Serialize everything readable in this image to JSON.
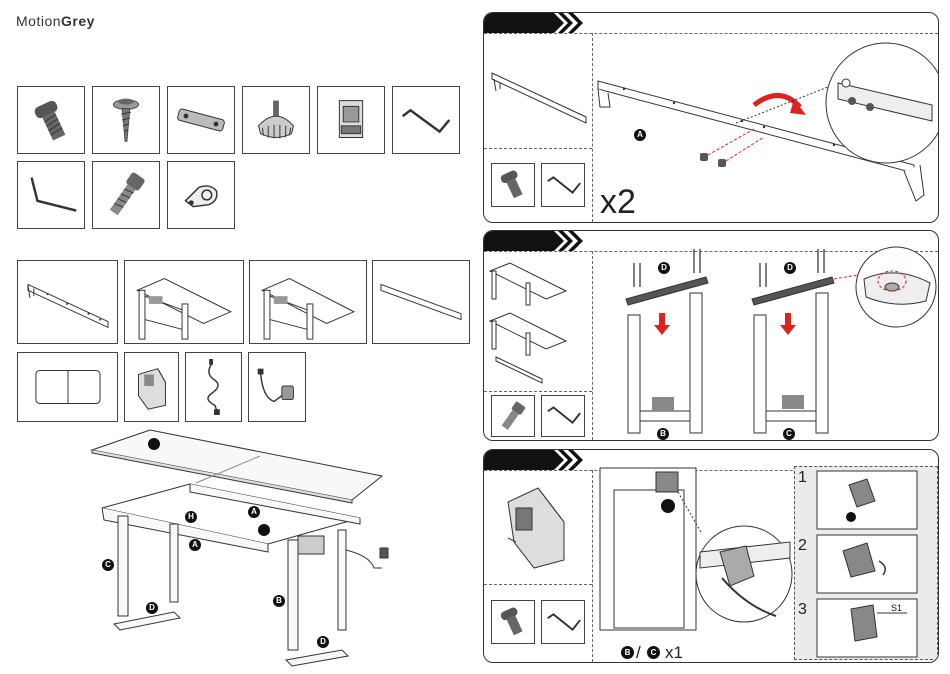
{
  "brand": {
    "light": "Motion",
    "bold": "Grey"
  },
  "hardware_icons": [
    "button-head-screw-icon",
    "wood-screw-icon",
    "flat-plate-icon",
    "levelling-foot-icon",
    "clip-bracket-icon",
    "allen-key-icon",
    "long-allen-key-icon",
    "socket-screw-icon",
    "cable-clamp-icon"
  ],
  "component_icons": [
    "crossbar-icon",
    "leg-frame-left-icon",
    "leg-frame-right-icon",
    "beam-icon",
    "desktop-board-icon",
    "control-box-icon",
    "hand-controller-cable-icon",
    "power-adapter-icon"
  ],
  "overview_labels": {
    "top": "",
    "crossbar_a1": "A",
    "crossbar_a2": "A",
    "leg_c": "C",
    "leg_b": "B",
    "foot_d1": "D",
    "foot_d2": "D",
    "bracket_h": "H",
    "controller": ""
  },
  "steps": {
    "one": {
      "part_label": "A",
      "count": "x2"
    },
    "two": {
      "left_label": "D",
      "right_label": "D",
      "frame_b": "B",
      "frame_c": "C"
    },
    "three": {
      "dot_label": "",
      "b_label": "B",
      "slash": "/",
      "c_label": "C",
      "count": "x1",
      "sub1": "1",
      "sub2": "2",
      "sub3": "3",
      "s1": "S1"
    }
  }
}
